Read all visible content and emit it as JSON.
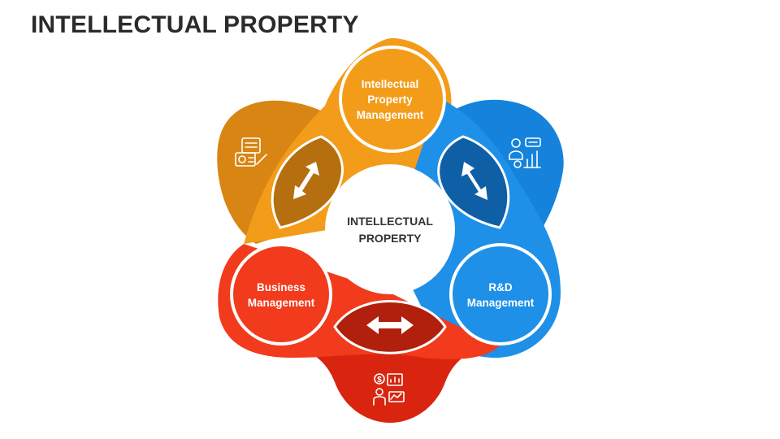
{
  "title": "INTELLECTUAL PROPERTY",
  "center": {
    "line1": "INTELLECTUAL",
    "line2": "PROPERTY"
  },
  "nodes": [
    {
      "key": "ip-management",
      "lines": [
        "Intellectual",
        "Property",
        "Management"
      ],
      "color": "#F39C1A",
      "dark": "#C97A0E"
    },
    {
      "key": "rd-management",
      "lines": [
        "R&D",
        "Management"
      ],
      "color": "#1E90E8",
      "dark": "#0F6CB8"
    },
    {
      "key": "business-management",
      "lines": [
        "Business",
        "Management"
      ],
      "color": "#F23A1C",
      "dark": "#C72A12"
    }
  ],
  "icons": [
    {
      "name": "documents-certificate-icon",
      "color": "#D88513"
    },
    {
      "name": "analyst-chart-icon",
      "color": "#1583DC"
    },
    {
      "name": "finance-presentation-icon",
      "color": "#D9250F"
    }
  ],
  "connectors": [
    {
      "name": "arrow-ip-business",
      "color": "#B56F0F"
    },
    {
      "name": "arrow-ip-rd",
      "color": "#0E5FA6"
    },
    {
      "name": "arrow-business-rd",
      "color": "#B0200D"
    }
  ]
}
